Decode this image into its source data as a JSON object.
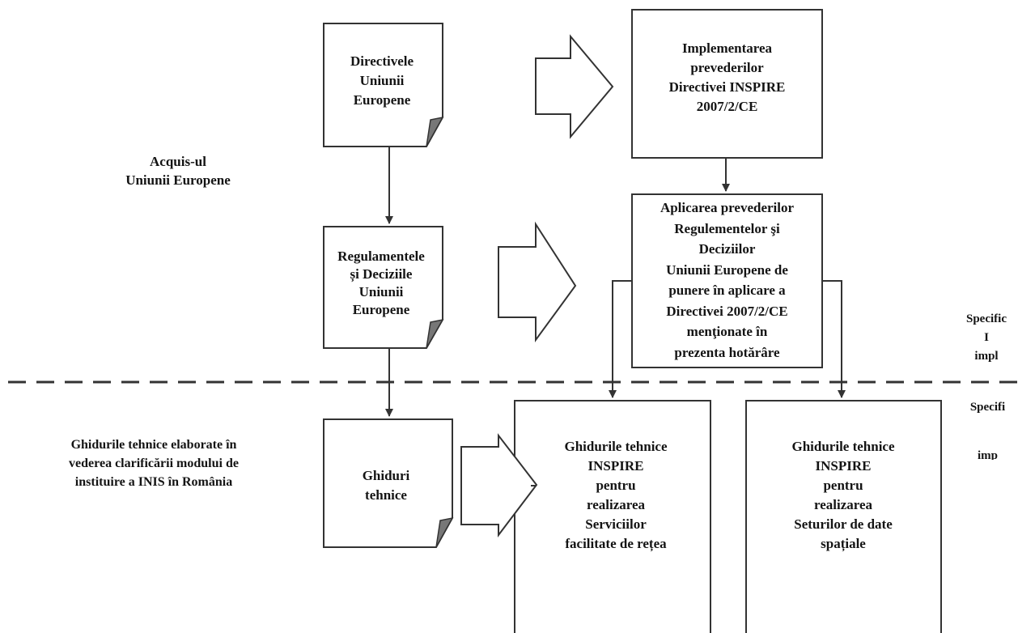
{
  "labels": {
    "acquis": "Acquis-ul\nUniunii Europene",
    "ghiduri_side": "Ghidurile tehnice elaborate în\nvederea clarificării modului de\ninstituire a INIS în România"
  },
  "nodes": {
    "directive": "Directivele\nUniunii\nEuropene",
    "regulamente": "Regulamentele\nși Deciziile\nUniunii\nEuropene",
    "ghiduri": "Ghiduri\ntehnice",
    "implementare": "Implementarea\nprevederilor\nDirectivei INSPIRE\n2007/2/CE",
    "aplicare": "Aplicarea prevederilor\nRegulementelor şi\nDeciziilor\nUniunii Europene de\npunere în aplicare a\nDirectivei 2007/2/CE\nmenţionate  în\nprezenta hotărâre",
    "ghid_servicii": "Ghidurile tehnice\nINSPIRE\npentru\nrealizarea\nServiciilor\nfacilitate de rețea",
    "ghid_seturi": "Ghidurile tehnice\nINSPIRE\npentru\nrealizarea\nSeturilor de date\nspațiale"
  },
  "right_edge": {
    "upper": "Specific\nI\nimpl",
    "lower": "Specifi\n\nimp"
  }
}
